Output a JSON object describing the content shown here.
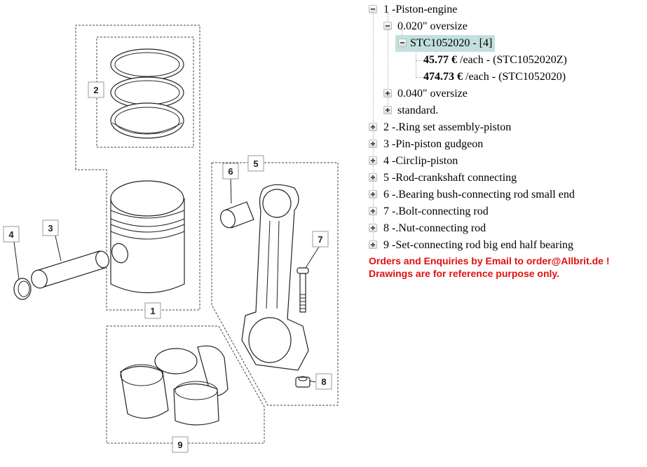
{
  "tree": {
    "items": [
      {
        "label": "1 -Piston-engine",
        "expanded": true,
        "children": [
          {
            "label": "0.020\" oversize",
            "expanded": true,
            "children": [
              {
                "label": "STC1052020 - [4]",
                "selected": true,
                "expanded": true,
                "children": [
                  {
                    "price": "45.77 €",
                    "rest": " /each - (STC1052020Z)"
                  },
                  {
                    "price": "474.73 €",
                    "rest": " /each - (STC1052020)"
                  }
                ]
              }
            ]
          },
          {
            "label": "0.040\" oversize",
            "expanded": false
          },
          {
            "label": "standard.",
            "expanded": false
          }
        ]
      },
      {
        "label": "2 -.Ring set assembly-piston",
        "expanded": false
      },
      {
        "label": "3 -Pin-piston gudgeon",
        "expanded": false
      },
      {
        "label": "4 -Circlip-piston",
        "expanded": false
      },
      {
        "label": "5 -Rod-crankshaft connecting",
        "expanded": false
      },
      {
        "label": "6 -.Bearing bush-connecting rod small end",
        "expanded": false
      },
      {
        "label": "7 -.Bolt-connecting rod",
        "expanded": false
      },
      {
        "label": "8 -.Nut-connecting rod",
        "expanded": false
      },
      {
        "label": "9 -Set-connecting rod big end half bearing",
        "expanded": false
      }
    ]
  },
  "notice": {
    "line1": "Orders and Enquiries by Email to order@Allbrit.de !",
    "line2": "Drawings are for reference purpose only."
  },
  "drawing": {
    "callouts": [
      "1",
      "2",
      "3",
      "4",
      "5",
      "6",
      "7",
      "8",
      "9"
    ]
  },
  "colors": {
    "selected_bg": "#c2e0de",
    "notice": "#e01010"
  }
}
